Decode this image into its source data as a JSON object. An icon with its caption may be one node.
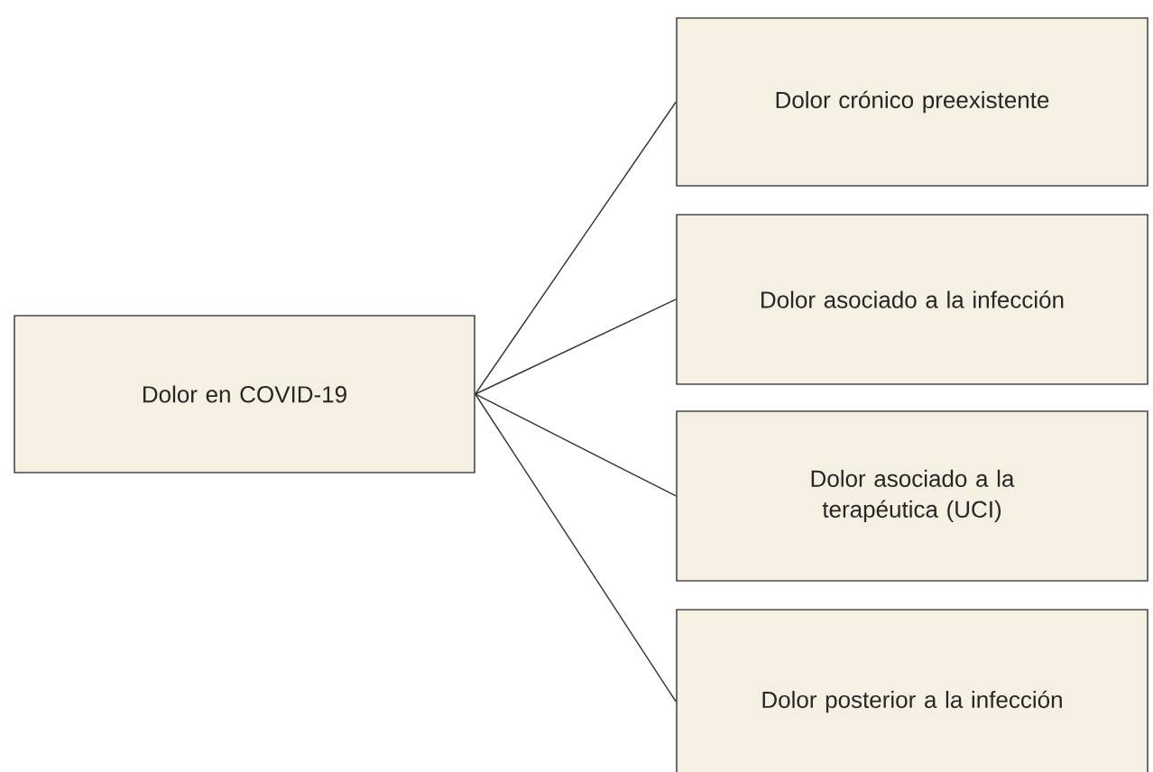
{
  "diagram": {
    "nodes": [
      {
        "text": [
          "Dolor en COVID-19"
        ]
      },
      {
        "text": [
          "Dolor crónico preexistente"
        ]
      },
      {
        "text": [
          "Dolor asociado a la infección"
        ]
      },
      {
        "text": [
          "Dolor asociado a la terapéutica (UCI)"
        ]
      },
      {
        "text": [
          "Dolor posterior a la infección"
        ]
      }
    ],
    "edges": [
      {
        "from": 0,
        "to": 1,
        "arrow": "none"
      },
      {
        "from": 0,
        "to": 2,
        "arrow": "none"
      },
      {
        "from": 0,
        "to": 3,
        "arrow": "none"
      },
      {
        "from": 0,
        "to": 4,
        "arrow": "none"
      }
    ]
  }
}
